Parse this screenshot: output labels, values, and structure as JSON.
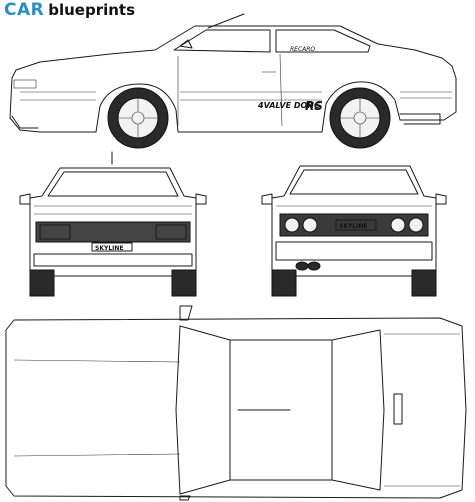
{
  "branding": {
    "car": "CAR",
    "blueprints": "blueprints",
    "car_color": "#2a8fc4"
  },
  "decals": {
    "side_seat_badge": "RECARO",
    "side_engine": "4VALVE DOHC",
    "side_model": "RS",
    "plate_text": "SKYLINE"
  }
}
